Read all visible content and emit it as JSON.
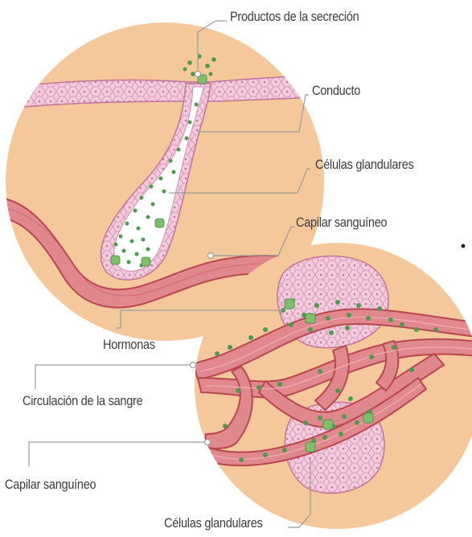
{
  "labels": {
    "secretion_products": "Productos de la secreción",
    "duct": "Conducto",
    "gland_cells_top": "Células glandulares",
    "capillary_top": "Capilar sanguíneo",
    "hormones": "Hormonas",
    "blood_circulation": "Circulación de la sangre",
    "capillary_bottom": "Capilar sanguíneo",
    "gland_cells_bottom": "Células glandulares"
  },
  "colors": {
    "tissue": "#f5c89c",
    "gland_wall": "#f0c6d6",
    "gland_cell": "#e3a3bd",
    "vessel": "#e1888e",
    "vessel_edge": "#b8474f",
    "particle": "#4f9a4f",
    "leader_line": "#9a9a9a"
  }
}
